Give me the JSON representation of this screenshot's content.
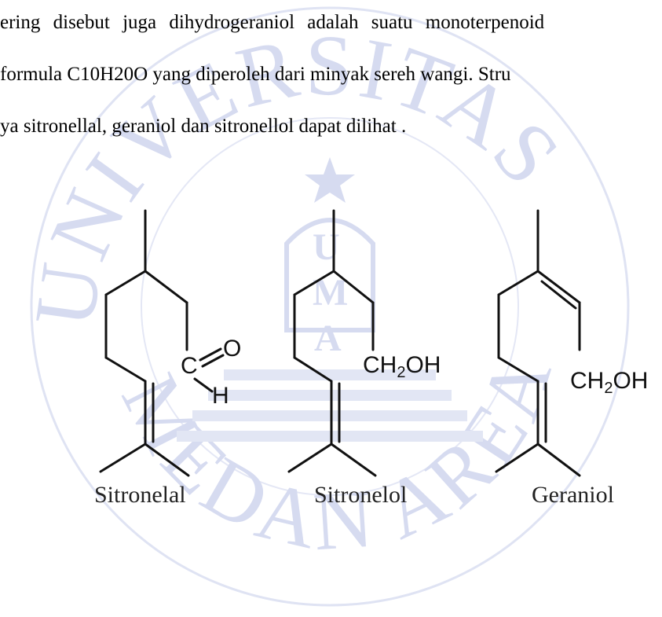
{
  "document": {
    "lines": [
      "ering disebut juga dihydrogeraniol adalah suatu monoterpenoid",
      "formula C10H20O yang diperoleh dari minyak sereh wangi. Stru",
      "ya sitronellal, geraniol dan sitronellol dapat dilihat ."
    ]
  },
  "figure": {
    "molecules": [
      {
        "name": "Sitronelal",
        "groups": {
          "carbon": "C",
          "oxygen": "O",
          "hydrogen": "H"
        }
      },
      {
        "name": "Sitronelol",
        "groups": {
          "ch": "CH",
          "sub": "2",
          "oh": "OH"
        }
      },
      {
        "name": "Geraniol",
        "groups": {
          "ch": "CH",
          "sub": "2",
          "oh": "OH"
        }
      }
    ]
  },
  "watermark": {
    "top_text": "UNIVERSITAS",
    "bottom_text": "MEDAN AREA",
    "center_letters": [
      "U",
      "M",
      "A"
    ],
    "color": "#cdd3ea"
  }
}
